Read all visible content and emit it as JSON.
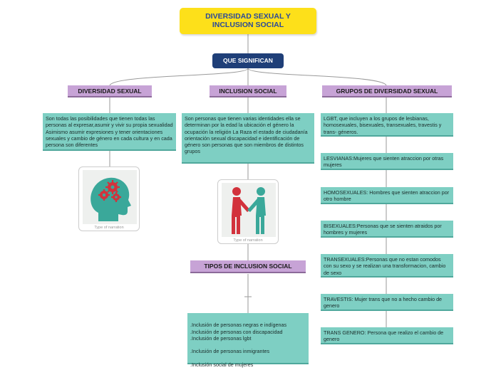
{
  "title": "DIVERSIDAD SEXUAL Y\nINCLUSION SOCIAL",
  "que_significan": "QUE SIGNIFICAN",
  "diversidad": {
    "heading": "DIVERSIDAD SEXUAL",
    "text": "Son todas las posibilidades que tienen todas las personas al expresar,asumir y vivir su propia sexualidad Asimismo asumir expresiones y tener orientaciones sexuales y cambio de género en cada cultura y en cada persona son diferentes",
    "image_caption": "Type of narration"
  },
  "inclusion": {
    "heading": "INCLUSION SOCIAL",
    "text": "Son personas que tienen varias identidades ella se determinan por la edad la ubicación el género la ocupación la religión La Raza el estado de ciudadanía orientación sexual discapacidad e identificación de género son personas que son miembros de distintos grupos",
    "image_caption": "Type of narration",
    "tipos_heading": "TIPOS DE INCLUSION SOCIAL",
    "tipos_text": ".Inclusión de personas negras e indígenas\n.Inclusión de personas con discapacidad\n.Inclusión de personas lgbt\n\n.Inclusión de personas inmigrantes\n\n.Inclusión social de mujeres"
  },
  "grupos": {
    "heading": "GRUPOS DE DIVERSIDAD SEXUAL",
    "items": [
      "LGBT, que incluyen a los grupos de lesbianas, homosexuales, bisexuales, transexuales, travestis y trans- géneros.",
      "LESVIANAS:Mujeres que sienten atraccion por otras mujeres",
      "HOMOSEXUALES: Hombres que sienten atraccion por otro hombre",
      "BISEXUALES:Personas que se sienten atraidos por hombres y mujeres",
      "TRANSEXUALES:Personas que no estan comodos con su sexo y se realizan una transformacion, cambio de sexo",
      "TRAVESTIS: Mujer trans que no a hecho cambio de genero",
      "TRANS GENERO: Persona que realizo el cambio de genero"
    ]
  },
  "colors": {
    "title_bg": "#fde01a",
    "title_text": "#2a4a9a",
    "pill_bg": "#1f3f78",
    "heading_bg": "#c7a3d6",
    "box_bg": "#7ecfc3",
    "icon_teal": "#3aa89a",
    "icon_red": "#d2323c"
  },
  "icons": [
    "head-gears-icon",
    "handshake-icon"
  ]
}
